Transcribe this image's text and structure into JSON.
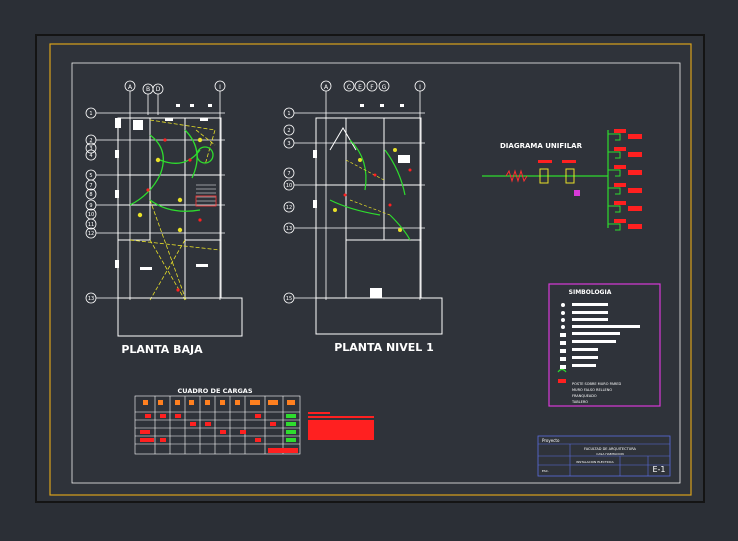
{
  "plans": {
    "ground_title": "PLANTA BAJA",
    "upper_title": "PLANTA NIVEL 1"
  },
  "axes": {
    "ground_letters": [
      "A",
      "B",
      "D",
      "I"
    ],
    "upper_letters": [
      "A",
      "C",
      "E",
      "F",
      "G",
      "I"
    ],
    "ground_numbers": [
      "1",
      "2",
      "3",
      "4",
      "5",
      "7",
      "8",
      "9",
      "10",
      "11",
      "12",
      "13"
    ],
    "upper_numbers": [
      "1",
      "2",
      "3",
      "7",
      "10",
      "12",
      "13",
      "15"
    ]
  },
  "diagram": {
    "title": "DIAGRAMA UNIFILAR"
  },
  "legend": {
    "title": "SIMBOLOGIA",
    "notes": [
      "POSTE SOBRE MURO PARED",
      "MURO FALSO RELLENO",
      "FRANQUEADO",
      "TABLERO"
    ]
  },
  "loads": {
    "title": "CUADRO DE CARGAS"
  },
  "title_block": {
    "header": "Proyecto",
    "school": "FACULTAD DE ARQUITECTURA",
    "subtitle": "CASA HABITACION",
    "scale_label": "ESC.",
    "sheet_content": "INSTALACION ELECTRICA",
    "sheet_id": "E-1"
  },
  "colors": {
    "background": "#2b2f36",
    "frame_outer": "#111111",
    "frame_inner": "#d9a21b",
    "plan_lines": "#ffffff",
    "circuit": "#2edc2e",
    "lamp": "#e8e028",
    "device": "#ff2020",
    "legend_border": "#d83ad8",
    "title_block": "#5a6ee0"
  }
}
